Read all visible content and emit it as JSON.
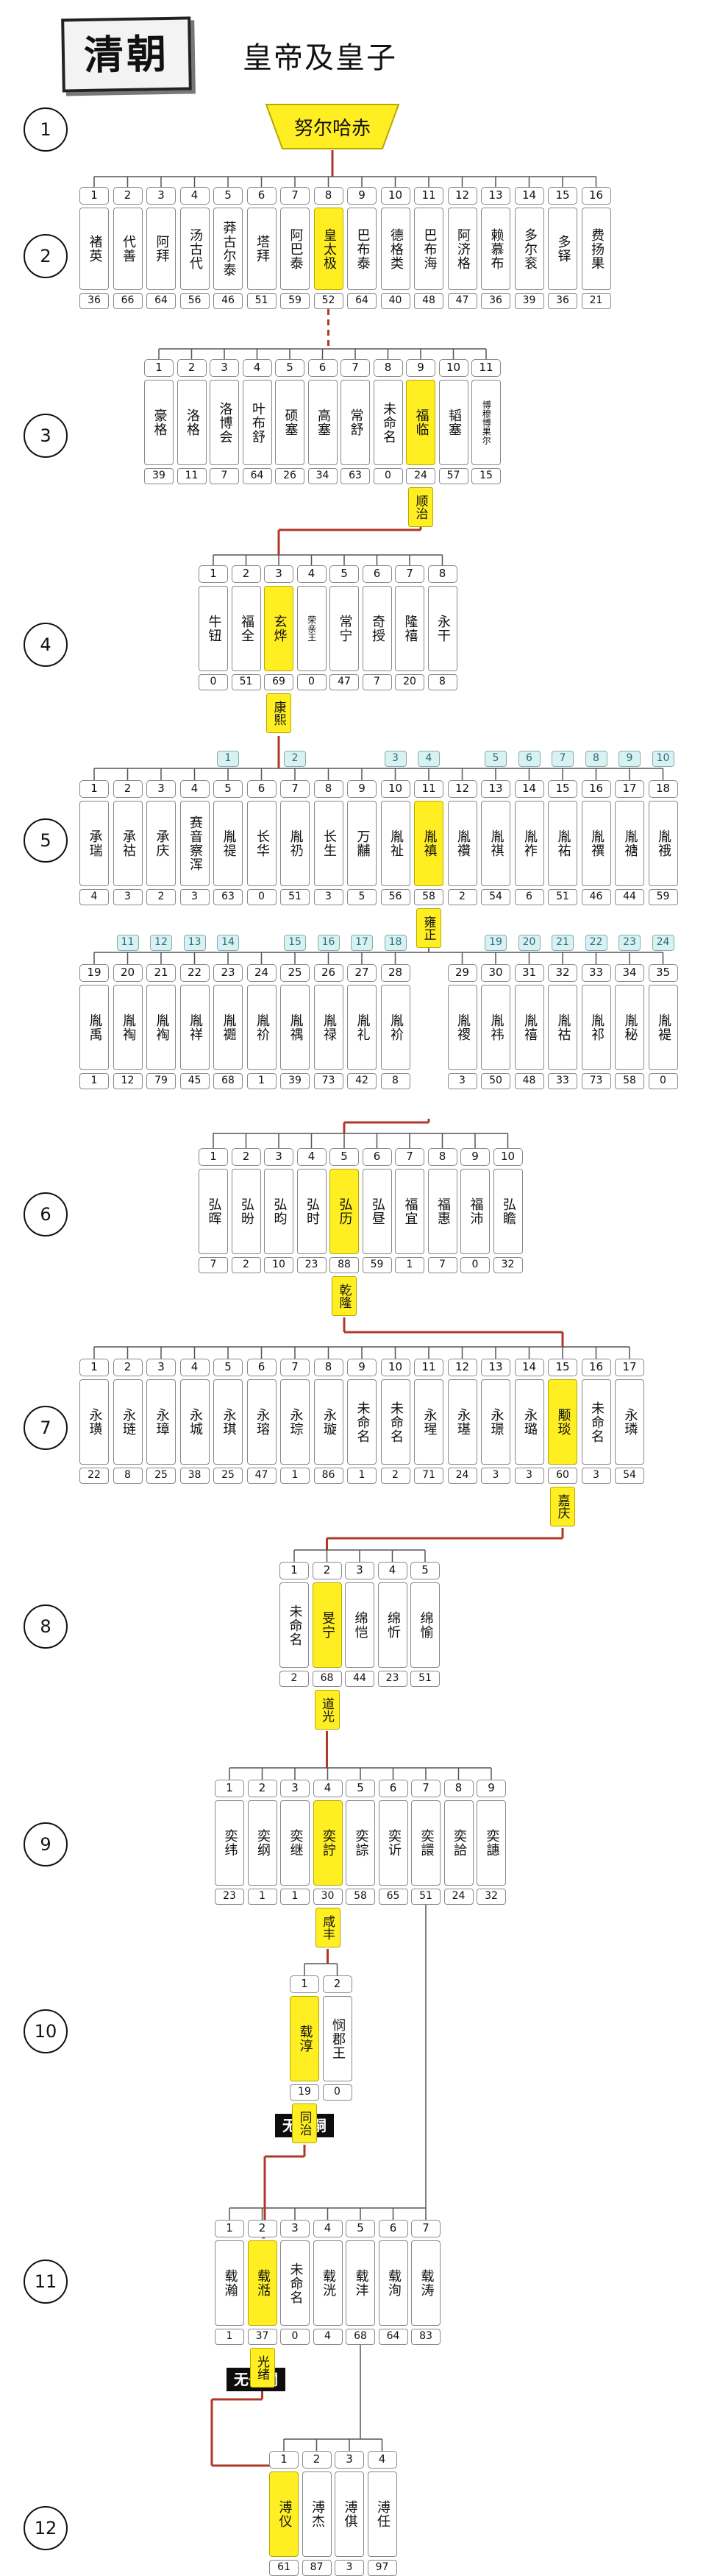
{
  "header": {
    "dynasty": "清朝",
    "title": "皇帝及皇子"
  },
  "founder": {
    "name": "努尔哈赤"
  },
  "colors": {
    "highlight": "#ffee22",
    "lineage": "#b03828",
    "tree": "#555555"
  },
  "generation_numbers": [
    "1",
    "2",
    "3",
    "4",
    "5",
    "6",
    "7",
    "8",
    "9",
    "10",
    "11",
    "12"
  ],
  "mother_badge_note": "",
  "no_heir_label": "无子嗣",
  "rows": [
    {
      "gen": "2",
      "members": [
        {
          "n": "1",
          "name": "褚英",
          "age": "36"
        },
        {
          "n": "2",
          "name": "代善",
          "age": "66"
        },
        {
          "n": "3",
          "name": "阿拜",
          "age": "64"
        },
        {
          "n": "4",
          "name": "汤古代",
          "age": "56"
        },
        {
          "n": "5",
          "name": "莽古尔泰",
          "age": "46"
        },
        {
          "n": "6",
          "name": "塔拜",
          "age": "51"
        },
        {
          "n": "7",
          "name": "阿巴泰",
          "age": "59"
        },
        {
          "n": "8",
          "name": "皇太极",
          "age": "52",
          "hl": true
        },
        {
          "n": "9",
          "name": "巴布泰",
          "age": "64"
        },
        {
          "n": "10",
          "name": "德格类",
          "age": "40"
        },
        {
          "n": "11",
          "name": "巴布海",
          "age": "48"
        },
        {
          "n": "12",
          "name": "阿济格",
          "age": "47"
        },
        {
          "n": "13",
          "name": "赖慕布",
          "age": "36"
        },
        {
          "n": "14",
          "name": "多尔衮",
          "age": "39"
        },
        {
          "n": "15",
          "name": "多铎",
          "age": "36"
        },
        {
          "n": "16",
          "name": "费扬果",
          "age": "21"
        }
      ]
    },
    {
      "gen": "3",
      "members": [
        {
          "n": "1",
          "name": "豪格",
          "age": "39"
        },
        {
          "n": "2",
          "name": "洛格",
          "age": "11"
        },
        {
          "n": "3",
          "name": "洛博会",
          "age": "7"
        },
        {
          "n": "4",
          "name": "叶布舒",
          "age": "64"
        },
        {
          "n": "5",
          "name": "硕塞",
          "age": "26"
        },
        {
          "n": "6",
          "name": "高塞",
          "age": "34"
        },
        {
          "n": "7",
          "name": "常舒",
          "age": "63"
        },
        {
          "n": "8",
          "name": "未命名",
          "age": "0"
        },
        {
          "n": "9",
          "name": "福临",
          "age": "24",
          "hl": true,
          "reign": "顺治"
        },
        {
          "n": "10",
          "name": "韬塞",
          "age": "57"
        },
        {
          "n": "11",
          "name": "博穆博果尔",
          "age": "15",
          "small": true
        }
      ]
    },
    {
      "gen": "4",
      "members": [
        {
          "n": "1",
          "name": "牛钮",
          "age": "0"
        },
        {
          "n": "2",
          "name": "福全",
          "age": "51"
        },
        {
          "n": "3",
          "name": "玄烨",
          "age": "69",
          "hl": true,
          "reign": "康熙"
        },
        {
          "n": "4",
          "name": "荣亲王",
          "age": "0",
          "small": true
        },
        {
          "n": "5",
          "name": "常宁",
          "age": "47"
        },
        {
          "n": "6",
          "name": "奇授",
          "age": "7"
        },
        {
          "n": "7",
          "name": "隆禧",
          "age": "20"
        },
        {
          "n": "8",
          "name": "永干",
          "age": "8"
        }
      ]
    },
    {
      "gen": "5",
      "members": [
        {
          "n": "1",
          "name": "承瑞",
          "age": "4"
        },
        {
          "n": "2",
          "name": "承祜",
          "age": "3"
        },
        {
          "n": "3",
          "name": "承庆",
          "age": "2"
        },
        {
          "n": "4",
          "name": "赛音察浑",
          "age": "3"
        },
        {
          "n": "5",
          "name": "胤禔",
          "age": "63",
          "m": "1"
        },
        {
          "n": "6",
          "name": "长华",
          "age": "0"
        },
        {
          "n": "7",
          "name": "胤礽",
          "age": "51",
          "m": "2"
        },
        {
          "n": "8",
          "name": "长生",
          "age": "3"
        },
        {
          "n": "9",
          "name": "万黼",
          "age": "5"
        },
        {
          "n": "10",
          "name": "胤祉",
          "age": "56",
          "m": "3"
        },
        {
          "n": "11",
          "name": "胤禛",
          "age": "58",
          "m": "4",
          "hl": true,
          "reign": "雍正"
        },
        {
          "n": "12",
          "name": "胤禶",
          "age": "2"
        },
        {
          "n": "13",
          "name": "胤祺",
          "age": "54",
          "m": "5"
        },
        {
          "n": "14",
          "name": "胤祚",
          "age": "6",
          "m": "6"
        },
        {
          "n": "15",
          "name": "胤祐",
          "age": "51",
          "m": "7"
        },
        {
          "n": "16",
          "name": "胤禩",
          "age": "46",
          "m": "8"
        },
        {
          "n": "17",
          "name": "胤禟",
          "age": "44",
          "m": "9"
        },
        {
          "n": "18",
          "name": "胤䄉",
          "age": "59",
          "m": "10"
        }
      ]
    },
    {
      "gen": "5b",
      "members": [
        {
          "n": "19",
          "name": "胤禹",
          "age": "1"
        },
        {
          "n": "20",
          "name": "胤祹",
          "age": "12",
          "m": "11"
        },
        {
          "n": "21",
          "name": "胤裪",
          "age": "79",
          "m": "12"
        },
        {
          "n": "22",
          "name": "胤祥",
          "age": "45",
          "m": "13"
        },
        {
          "n": "23",
          "name": "胤禵",
          "age": "68",
          "m": "14"
        },
        {
          "n": "24",
          "name": "胤祄",
          "age": "1"
        },
        {
          "n": "25",
          "name": "胤禑",
          "age": "39",
          "m": "15"
        },
        {
          "n": "26",
          "name": "胤禄",
          "age": "73",
          "m": "16"
        },
        {
          "n": "27",
          "name": "胤礼",
          "age": "42",
          "m": "17"
        },
        {
          "n": "28",
          "name": "胤衸",
          "age": "8",
          "m": "18"
        },
        {
          "n": "29",
          "name": "胤禝",
          "age": "3"
        },
        {
          "n": "30",
          "name": "胤祎",
          "age": "50",
          "m": "19"
        },
        {
          "n": "31",
          "name": "胤禧",
          "age": "48",
          "m": "20"
        },
        {
          "n": "32",
          "name": "胤祜",
          "age": "33",
          "m": "21"
        },
        {
          "n": "33",
          "name": "胤祁",
          "age": "73",
          "m": "22"
        },
        {
          "n": "34",
          "name": "胤秘",
          "age": "58",
          "m": "23"
        },
        {
          "n": "35",
          "name": "胤褆",
          "age": "0",
          "m": "24"
        }
      ]
    },
    {
      "gen": "6",
      "members": [
        {
          "n": "1",
          "name": "弘晖",
          "age": "7"
        },
        {
          "n": "2",
          "name": "弘昐",
          "age": "2"
        },
        {
          "n": "3",
          "name": "弘昀",
          "age": "10"
        },
        {
          "n": "4",
          "name": "弘时",
          "age": "23"
        },
        {
          "n": "5",
          "name": "弘历",
          "age": "88",
          "hl": true,
          "reign": "乾隆"
        },
        {
          "n": "6",
          "name": "弘昼",
          "age": "59"
        },
        {
          "n": "7",
          "name": "福宜",
          "age": "1"
        },
        {
          "n": "8",
          "name": "福惠",
          "age": "7"
        },
        {
          "n": "9",
          "name": "福沛",
          "age": "0"
        },
        {
          "n": "10",
          "name": "弘瞻",
          "age": "32"
        }
      ]
    },
    {
      "gen": "7",
      "members": [
        {
          "n": "1",
          "name": "永璜",
          "age": "22"
        },
        {
          "n": "2",
          "name": "永琏",
          "age": "8"
        },
        {
          "n": "3",
          "name": "永璋",
          "age": "25"
        },
        {
          "n": "4",
          "name": "永城",
          "age": "38"
        },
        {
          "n": "5",
          "name": "永琪",
          "age": "25"
        },
        {
          "n": "6",
          "name": "永瑢",
          "age": "47"
        },
        {
          "n": "7",
          "name": "永琮",
          "age": "1"
        },
        {
          "n": "8",
          "name": "永璇",
          "age": "86"
        },
        {
          "n": "9",
          "name": "未命名",
          "age": "1"
        },
        {
          "n": "10",
          "name": "未命名",
          "age": "2"
        },
        {
          "n": "11",
          "name": "永瑆",
          "age": "71"
        },
        {
          "n": "12",
          "name": "永璂",
          "age": "24"
        },
        {
          "n": "13",
          "name": "永璟",
          "age": "3"
        },
        {
          "n": "14",
          "name": "永璐",
          "age": "3"
        },
        {
          "n": "15",
          "name": "颙琰",
          "age": "60",
          "hl": true,
          "reign": "嘉庆"
        },
        {
          "n": "16",
          "name": "未命名",
          "age": "3"
        },
        {
          "n": "17",
          "name": "永璘",
          "age": "54"
        }
      ]
    },
    {
      "gen": "8",
      "members": [
        {
          "n": "1",
          "name": "未命名",
          "age": "2"
        },
        {
          "n": "2",
          "name": "旻宁",
          "age": "68",
          "hl": true,
          "reign": "道光"
        },
        {
          "n": "3",
          "name": "绵恺",
          "age": "44"
        },
        {
          "n": "4",
          "name": "绵忻",
          "age": "23"
        },
        {
          "n": "5",
          "name": "绵愉",
          "age": "51"
        }
      ]
    },
    {
      "gen": "9",
      "members": [
        {
          "n": "1",
          "name": "奕纬",
          "age": "23"
        },
        {
          "n": "2",
          "name": "奕纲",
          "age": "1"
        },
        {
          "n": "3",
          "name": "奕继",
          "age": "1"
        },
        {
          "n": "4",
          "name": "奕詝",
          "age": "30",
          "hl": true,
          "reign": "咸丰"
        },
        {
          "n": "5",
          "name": "奕誴",
          "age": "58"
        },
        {
          "n": "6",
          "name": "奕䜣",
          "age": "65"
        },
        {
          "n": "7",
          "name": "奕譞",
          "age": "51"
        },
        {
          "n": "8",
          "name": "奕詥",
          "age": "24"
        },
        {
          "n": "9",
          "name": "奕譓",
          "age": "32"
        }
      ]
    },
    {
      "gen": "10",
      "members": [
        {
          "n": "1",
          "name": "载淳",
          "age": "19",
          "hl": true,
          "reign": "同治"
        },
        {
          "n": "2",
          "name": "悯郡王",
          "age": "0"
        }
      ]
    },
    {
      "gen": "11",
      "members": [
        {
          "n": "1",
          "name": "载瀚",
          "age": "1"
        },
        {
          "n": "2",
          "name": "载湉",
          "age": "37",
          "hl": true,
          "reign": "光绪"
        },
        {
          "n": "3",
          "name": "未命名",
          "age": "0"
        },
        {
          "n": "4",
          "name": "载洸",
          "age": "4"
        },
        {
          "n": "5",
          "name": "载沣",
          "age": "68"
        },
        {
          "n": "6",
          "name": "载洵",
          "age": "64"
        },
        {
          "n": "7",
          "name": "载涛",
          "age": "83"
        }
      ]
    },
    {
      "gen": "12",
      "members": [
        {
          "n": "1",
          "name": "溥仪",
          "age": "61",
          "hl": true
        },
        {
          "n": "2",
          "name": "溥杰",
          "age": "87"
        },
        {
          "n": "3",
          "name": "溥倛",
          "age": "3"
        },
        {
          "n": "4",
          "name": "溥任",
          "age": "97"
        }
      ]
    }
  ]
}
